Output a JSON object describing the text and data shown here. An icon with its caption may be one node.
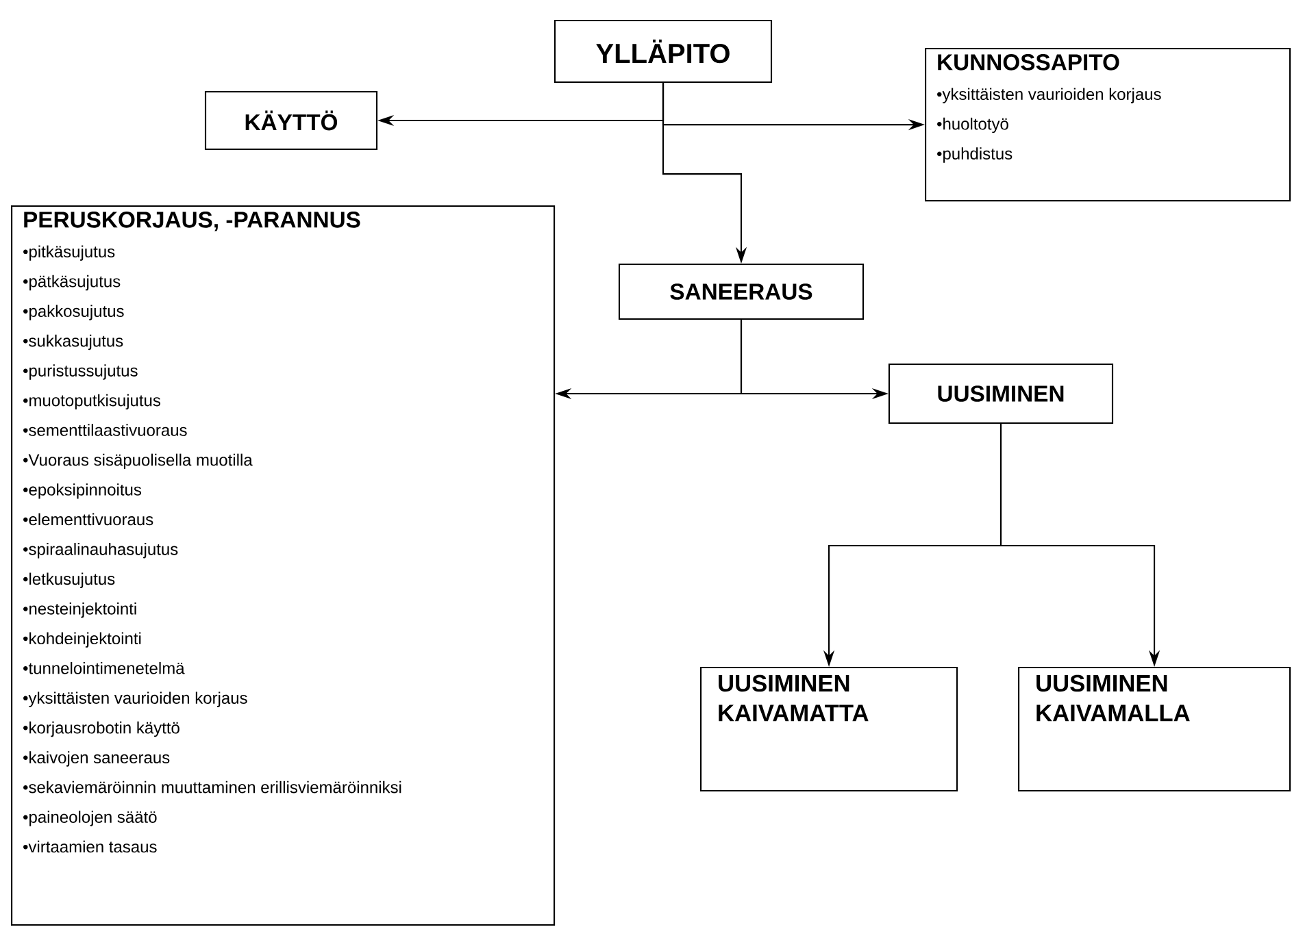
{
  "diagram": {
    "nodes": [
      {
        "text": [
          "YLLÄPITO"
        ]
      },
      {
        "text": [
          "KÄYTTÖ"
        ]
      },
      {
        "text": [
          "KUNNOSSAPITO",
          "•yksittäisten vaurioiden korjaus",
          "•huoltotyö",
          "•puhdistus"
        ]
      },
      {
        "text": [
          "PERUSKORJAUS, -PARANNUS",
          "•pitkäsujutus",
          "•pätkäsujutus",
          "•pakkosujutus",
          "•sukkasujutus",
          "•puristussujutus",
          "•muotoputkisujutus",
          "•sementtilaastivuoraus",
          "•Vuoraus sisäpuolisella muotilla",
          "•epoksipinnoitus",
          "•elementtivuoraus",
          "•spiraalinauhasujutus",
          "•letkusujutus",
          "•nesteinjektointi",
          "•kohdeinjektointi",
          "•tunnelointimenetelmä",
          "•yksittäisten vaurioiden korjaus",
          "•korjausrobotin käyttö",
          "•kaivojen saneeraus",
          "•sekaviemäröinnin muuttaminen erillisviemäröinniksi",
          "•paineolojen säätö",
          "•virtaamien tasaus"
        ]
      },
      {
        "text": [
          "SANEERAUS"
        ]
      },
      {
        "text": [
          "UUSIMINEN"
        ]
      },
      {
        "text": [
          "UUSIMINEN KAIVAMATTA"
        ]
      },
      {
        "text": [
          "UUSIMINEN KAIVAMALLA"
        ]
      }
    ],
    "edges": [
      {
        "from": 0,
        "to": 1,
        "arrow": "to"
      },
      {
        "from": 0,
        "to": 2,
        "arrow": "to"
      },
      {
        "from": 0,
        "to": 4,
        "arrow": "to"
      },
      {
        "from": 4,
        "to": 3,
        "arrow": "to"
      },
      {
        "from": 4,
        "to": 5,
        "arrow": "to"
      },
      {
        "from": 5,
        "to": 6,
        "arrow": "to"
      },
      {
        "from": 5,
        "to": 7,
        "arrow": "to"
      }
    ]
  }
}
